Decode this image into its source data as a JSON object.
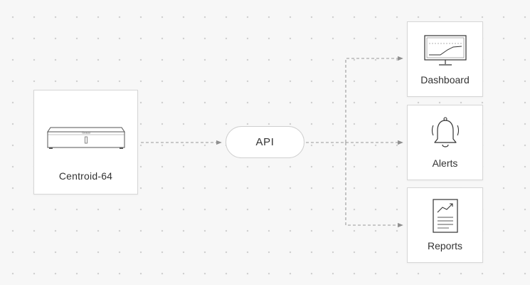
{
  "device": {
    "label": "Centroid-64",
    "icon": "rack-server-icon",
    "brand_mark": "Centroid"
  },
  "api": {
    "label": "API"
  },
  "outputs": [
    {
      "label": "Dashboard",
      "icon": "monitor-chart-icon"
    },
    {
      "label": "Alerts",
      "icon": "bell-icon"
    },
    {
      "label": "Reports",
      "icon": "report-document-icon"
    }
  ],
  "colors": {
    "background": "#f7f7f7",
    "card": "#ffffff",
    "border": "#d6d6d6",
    "connector": "#9a9a9a",
    "text": "#333333"
  }
}
